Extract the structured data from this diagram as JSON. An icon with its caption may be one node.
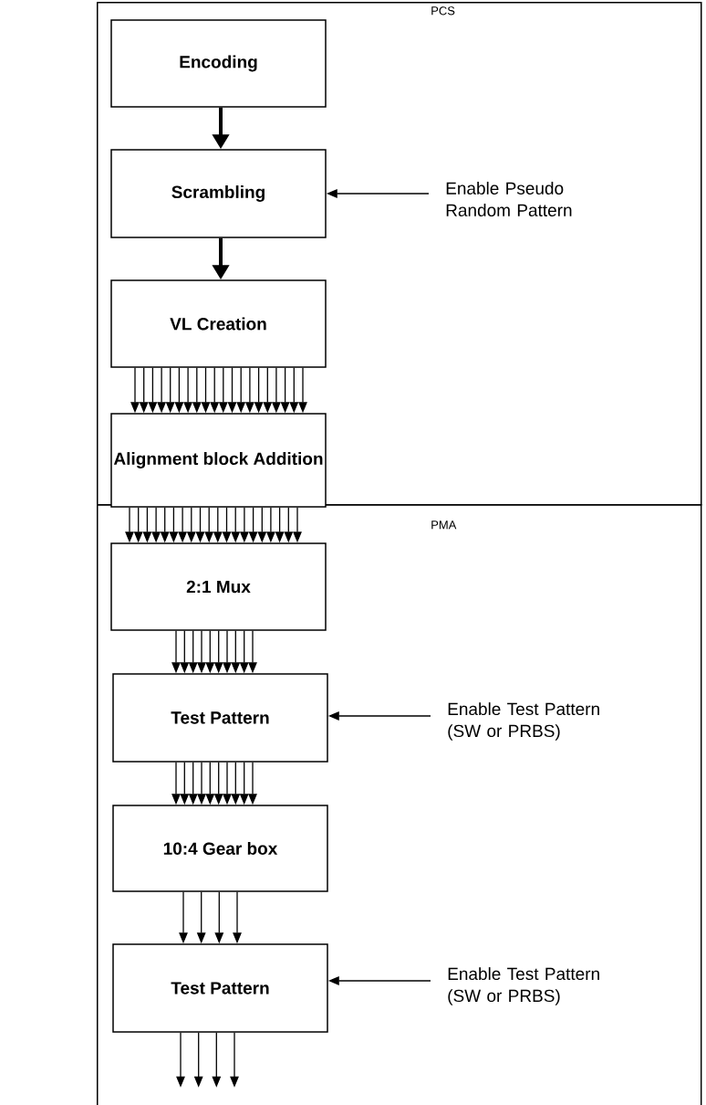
{
  "diagram": {
    "nodes": [
      {
        "text": [
          "PCS"
        ]
      },
      {
        "text": [
          "PMA"
        ]
      },
      {
        "text": [
          "Encoding"
        ],
        "in": 0
      },
      {
        "text": [
          "Scrambling"
        ],
        "in": 0
      },
      {
        "text": [
          "VL Creation"
        ],
        "in": 0
      },
      {
        "text": [
          "Alignment block Addition"
        ],
        "in": 0
      },
      {
        "text": [
          "2:1 Mux"
        ],
        "in": 1
      },
      {
        "text": [
          "Test Pattern"
        ],
        "in": 1
      },
      {
        "text": [
          "10:4 Gear box"
        ],
        "in": 1
      },
      {
        "text": [
          "Test Pattern"
        ],
        "in": 1
      },
      {
        "text": [
          "Enable Pseudo Random Pattern"
        ],
        "in": 0
      },
      {
        "text": [
          "Enable Test Pattern (SW or PRBS)"
        ],
        "in": 1
      },
      {
        "text": [
          "Enable Test Pattern (SW or PRBS)"
        ],
        "in": 1
      }
    ],
    "edges": [
      {
        "from": 2,
        "to": 3,
        "arrow": "to",
        "style": "thick"
      },
      {
        "from": 3,
        "to": 4,
        "arrow": "to",
        "style": "thick"
      },
      {
        "from": 10,
        "to": 3,
        "arrow": "to"
      },
      {
        "from": 4,
        "to": 5,
        "arrow": "to"
      },
      {
        "from": 4,
        "to": 5,
        "arrow": "to"
      },
      {
        "from": 4,
        "to": 5,
        "arrow": "to"
      },
      {
        "from": 4,
        "to": 5,
        "arrow": "to"
      },
      {
        "from": 4,
        "to": 5,
        "arrow": "to"
      },
      {
        "from": 4,
        "to": 5,
        "arrow": "to"
      },
      {
        "from": 4,
        "to": 5,
        "arrow": "to"
      },
      {
        "from": 4,
        "to": 5,
        "arrow": "to"
      },
      {
        "from": 4,
        "to": 5,
        "arrow": "to"
      },
      {
        "from": 4,
        "to": 5,
        "arrow": "to"
      },
      {
        "from": 4,
        "to": 5,
        "arrow": "to"
      },
      {
        "from": 4,
        "to": 5,
        "arrow": "to"
      },
      {
        "from": 4,
        "to": 5,
        "arrow": "to"
      },
      {
        "from": 4,
        "to": 5,
        "arrow": "to"
      },
      {
        "from": 4,
        "to": 5,
        "arrow": "to"
      },
      {
        "from": 4,
        "to": 5,
        "arrow": "to"
      },
      {
        "from": 4,
        "to": 5,
        "arrow": "to"
      },
      {
        "from": 4,
        "to": 5,
        "arrow": "to"
      },
      {
        "from": 4,
        "to": 5,
        "arrow": "to"
      },
      {
        "from": 4,
        "to": 5,
        "arrow": "to"
      },
      {
        "from": 5,
        "to": 6,
        "arrow": "to"
      },
      {
        "from": 5,
        "to": 6,
        "arrow": "to"
      },
      {
        "from": 5,
        "to": 6,
        "arrow": "to"
      },
      {
        "from": 5,
        "to": 6,
        "arrow": "to"
      },
      {
        "from": 5,
        "to": 6,
        "arrow": "to"
      },
      {
        "from": 5,
        "to": 6,
        "arrow": "to"
      },
      {
        "from": 5,
        "to": 6,
        "arrow": "to"
      },
      {
        "from": 5,
        "to": 6,
        "arrow": "to"
      },
      {
        "from": 5,
        "to": 6,
        "arrow": "to"
      },
      {
        "from": 5,
        "to": 6,
        "arrow": "to"
      },
      {
        "from": 5,
        "to": 6,
        "arrow": "to"
      },
      {
        "from": 5,
        "to": 6,
        "arrow": "to"
      },
      {
        "from": 5,
        "to": 6,
        "arrow": "to"
      },
      {
        "from": 5,
        "to": 6,
        "arrow": "to"
      },
      {
        "from": 5,
        "to": 6,
        "arrow": "to"
      },
      {
        "from": 5,
        "to": 6,
        "arrow": "to"
      },
      {
        "from": 5,
        "to": 6,
        "arrow": "to"
      },
      {
        "from": 5,
        "to": 6,
        "arrow": "to"
      },
      {
        "from": 5,
        "to": 6,
        "arrow": "to"
      },
      {
        "from": 5,
        "to": 6,
        "arrow": "to"
      },
      {
        "from": 6,
        "to": 7,
        "arrow": "to"
      },
      {
        "from": 6,
        "to": 7,
        "arrow": "to"
      },
      {
        "from": 6,
        "to": 7,
        "arrow": "to"
      },
      {
        "from": 6,
        "to": 7,
        "arrow": "to"
      },
      {
        "from": 6,
        "to": 7,
        "arrow": "to"
      },
      {
        "from": 6,
        "to": 7,
        "arrow": "to"
      },
      {
        "from": 6,
        "to": 7,
        "arrow": "to"
      },
      {
        "from": 6,
        "to": 7,
        "arrow": "to"
      },
      {
        "from": 6,
        "to": 7,
        "arrow": "to"
      },
      {
        "from": 6,
        "to": 7,
        "arrow": "to"
      },
      {
        "from": 11,
        "to": 7,
        "arrow": "to"
      },
      {
        "from": 7,
        "to": 8,
        "arrow": "to"
      },
      {
        "from": 7,
        "to": 8,
        "arrow": "to"
      },
      {
        "from": 7,
        "to": 8,
        "arrow": "to"
      },
      {
        "from": 7,
        "to": 8,
        "arrow": "to"
      },
      {
        "from": 7,
        "to": 8,
        "arrow": "to"
      },
      {
        "from": 7,
        "to": 8,
        "arrow": "to"
      },
      {
        "from": 7,
        "to": 8,
        "arrow": "to"
      },
      {
        "from": 7,
        "to": 8,
        "arrow": "to"
      },
      {
        "from": 7,
        "to": 8,
        "arrow": "to"
      },
      {
        "from": 7,
        "to": 8,
        "arrow": "to"
      },
      {
        "from": 8,
        "to": 9,
        "arrow": "to"
      },
      {
        "from": 8,
        "to": 9,
        "arrow": "to"
      },
      {
        "from": 8,
        "to": 9,
        "arrow": "to"
      },
      {
        "from": 8,
        "to": 9,
        "arrow": "to"
      },
      {
        "from": 12,
        "to": 9,
        "arrow": "to"
      },
      {
        "from": 9,
        "to": null,
        "arrow": "to"
      },
      {
        "from": 9,
        "to": null,
        "arrow": "to"
      },
      {
        "from": 9,
        "to": null,
        "arrow": "to"
      },
      {
        "from": 9,
        "to": null,
        "arrow": "to"
      }
    ]
  }
}
